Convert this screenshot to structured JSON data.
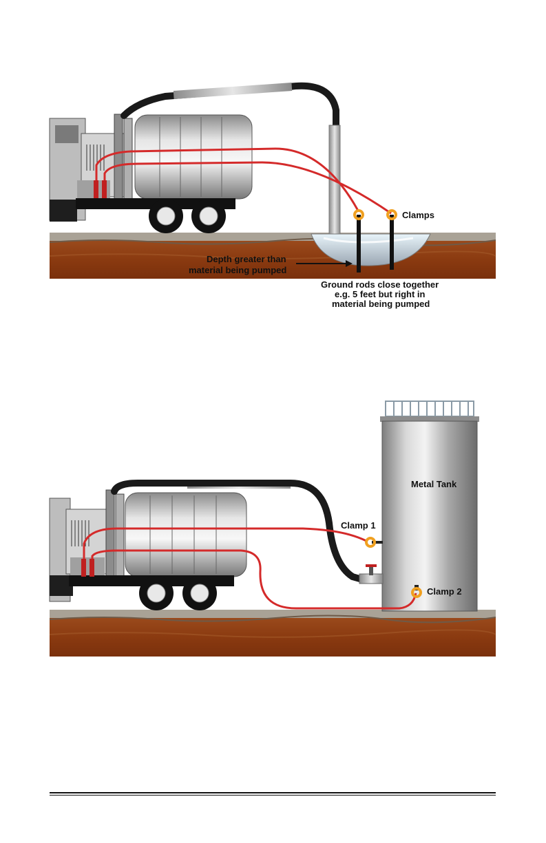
{
  "diagram_top": {
    "label_clamps": "Clamps",
    "label_depth": [
      "Depth greater than",
      "material being pumped"
    ],
    "label_rods": [
      "Ground rods close together",
      "e.g. 5 feet but right in",
      "material being pumped"
    ]
  },
  "diagram_bottom": {
    "label_tank": "Metal Tank",
    "label_clamp1": "Clamp 1",
    "label_clamp2": "Clamp 2"
  },
  "colors": {
    "ground_top": "#a9a296",
    "soil": "#8c3c12",
    "cable": "#d42a2a",
    "hose": "#1a1a1a",
    "clamp": "#f0a020",
    "tank_gray": "#9a9a9a"
  }
}
